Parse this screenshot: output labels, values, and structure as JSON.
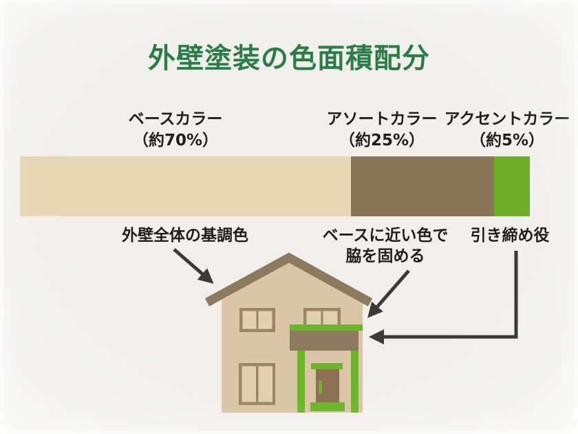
{
  "page": {
    "title": "外壁塗装の色面積配分"
  },
  "colors": {
    "bg": "#f0efec",
    "frame": "#f8f8f6",
    "title": "#2a7d46",
    "text": "#1f1e1c",
    "arrow": "#3b3a38",
    "c_base": "#e9d6b5",
    "c_assort": "#8b7558",
    "c_accent": "#6fae27",
    "wall": "#dbc5a6",
    "roof": "#8d7a5e",
    "window_frame": "#9d8464",
    "pane": "#e2d0b2",
    "door": "#8a7154",
    "house_green": "#6db42c"
  },
  "segments": [
    {
      "label": "ベースカラー",
      "percent": "（約70%）",
      "value": 70,
      "note_lines": [
        "外壁全体の基調色"
      ]
    },
    {
      "label": "アソートカラー",
      "percent": "（約25%）",
      "value": 25,
      "note_lines": [
        "ベースに近い色で",
        "脇を固める"
      ]
    },
    {
      "label": "アクセントカラー",
      "percent": "（約5%）",
      "value": 5,
      "note_lines": [
        "引き締め役"
      ]
    }
  ],
  "chart_data": {
    "type": "bar",
    "stacked": true,
    "title": "外壁塗装の色面積配分",
    "categories": [
      "ベースカラー",
      "アソートカラー",
      "アクセントカラー"
    ],
    "values": [
      70,
      25,
      5
    ],
    "value_labels": [
      "（約70%）",
      "（約25%）",
      "（約5%）"
    ],
    "unit": "%",
    "colors": [
      "#e9d6b5",
      "#8b7558",
      "#6fae27"
    ],
    "annotations": [
      "外壁全体の基調色",
      "ベースに近い色で脇を固める",
      "引き締め役"
    ],
    "legend_position": "above-bar",
    "orientation": "horizontal"
  }
}
